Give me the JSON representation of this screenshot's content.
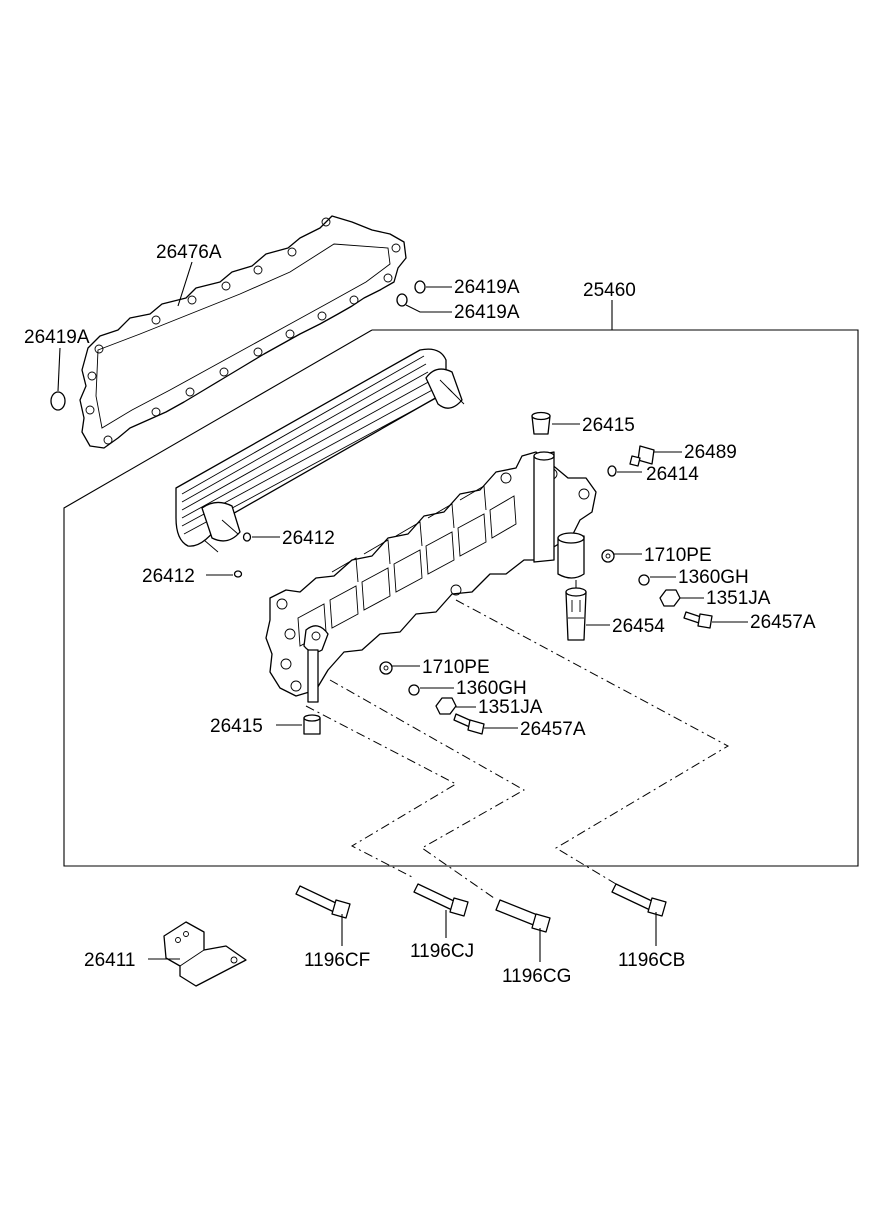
{
  "labels": {
    "gasket": "26476A",
    "oring_top1": "26419A",
    "oring_top2": "26419A",
    "oring_left": "26419A",
    "cooler_assy": "25460",
    "plug_top": "26415",
    "bolt_26489": "26489",
    "oring_26414": "26414",
    "oring_26412_right": "26412",
    "oring_26412_left": "26412",
    "washer_1710pe_right": "1710PE",
    "washer_1360gh_right": "1360GH",
    "nut_1351ja_right": "1351JA",
    "valve_26454": "26454",
    "bolt_26457a_right": "26457A",
    "washer_1710pe_left": "1710PE",
    "washer_1360gh_left": "1360GH",
    "nut_1351ja_left": "1351JA",
    "plug_bottom": "26415",
    "bolt_26457a_left": "26457A",
    "bracket_26411": "26411",
    "bolt_1196cf": "1196CF",
    "bolt_1196cj": "1196CJ",
    "bolt_1196cg": "1196CG",
    "bolt_1196cb": "1196CB"
  }
}
